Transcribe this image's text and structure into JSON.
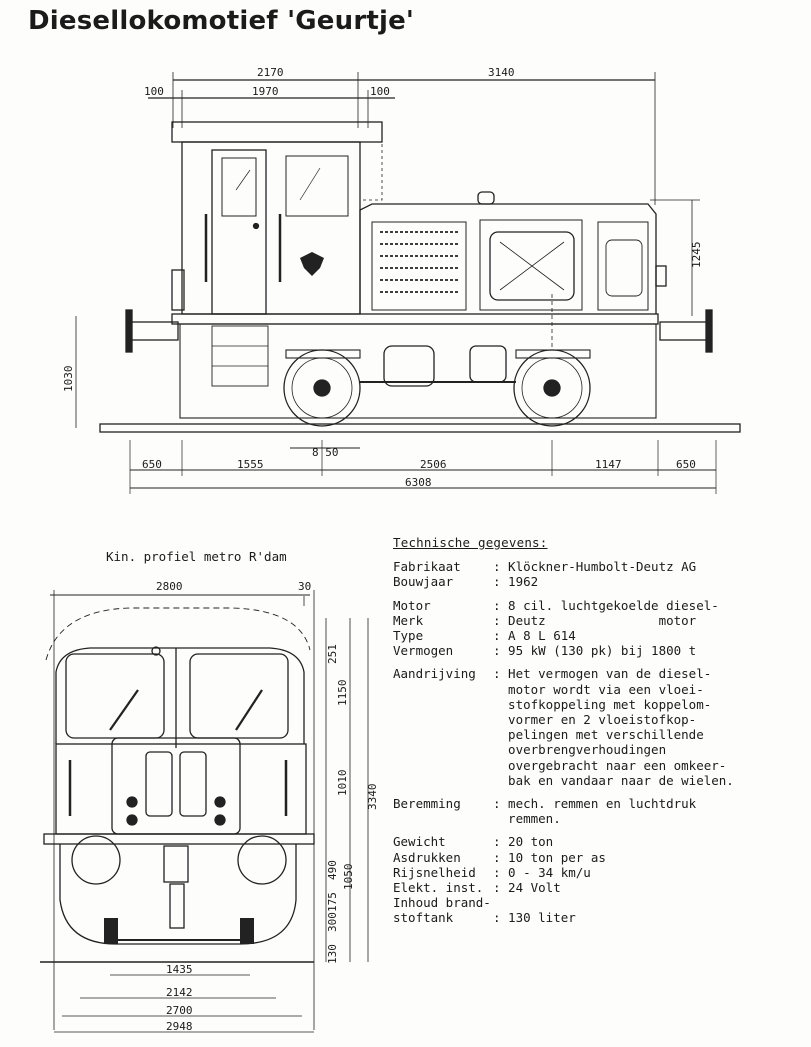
{
  "title": "Diesellokomotief 'Geurtje'",
  "side_dims": {
    "top": [
      "2170",
      "3140",
      "100",
      "1970",
      "100"
    ],
    "right": "1245",
    "left": "1030",
    "wheel": "8 50",
    "bottom": [
      "650",
      "1555",
      "2506",
      "1147",
      "650"
    ],
    "total": "6308"
  },
  "front_dims": {
    "kin_profile": "Kin. profiel metro R'dam",
    "top": [
      "2800",
      "30"
    ],
    "right": [
      "251",
      "1150",
      "1010",
      "490",
      "1050",
      "175",
      "300",
      "130",
      "3340"
    ],
    "bottom": [
      "1435",
      "2142",
      "2700",
      "2948"
    ]
  },
  "specs": {
    "heading": "Technische gegevens:",
    "rows": [
      {
        "label": "Fabrikaat",
        "value": ": Klöckner-Humbolt-Deutz AG"
      },
      {
        "label": "Bouwjaar",
        "value": ": 1962"
      },
      {
        "gap": true
      },
      {
        "label": "Motor",
        "value": ": 8 cil. luchtgekoelde diesel-"
      },
      {
        "label": "Merk",
        "value": ": Deutz               motor"
      },
      {
        "label": "Type",
        "value": ": A 8 L 614"
      },
      {
        "label": "Vermogen",
        "value": ": 95 kW (130 pk) bij 1800 t"
      },
      {
        "gap": true
      },
      {
        "label": "Aandrijving",
        "value": ": Het vermogen van de diesel-"
      },
      {
        "label": "",
        "value": "  motor wordt via een vloei-"
      },
      {
        "label": "",
        "value": "  stofkoppeling met koppelom-"
      },
      {
        "label": "",
        "value": "  vormer en 2 vloeistofkop-"
      },
      {
        "label": "",
        "value": "  pelingen met verschillende"
      },
      {
        "label": "",
        "value": "  overbrengverhoudingen"
      },
      {
        "label": "",
        "value": "  overgebracht naar een omkeer-"
      },
      {
        "label": "",
        "value": "  bak en vandaar naar de wielen."
      },
      {
        "gap": true
      },
      {
        "label": "Beremming",
        "value": ": mech. remmen en luchtdruk"
      },
      {
        "label": "",
        "value": "  remmen."
      },
      {
        "gap": true
      },
      {
        "label": "Gewicht",
        "value": ": 20 ton"
      },
      {
        "label": "Asdrukken",
        "value": ": 10 ton per as"
      },
      {
        "label": "Rijsnelheid",
        "value": ": 0 - 34 km/u"
      },
      {
        "label": "Elekt. inst.",
        "value": ": 24 Volt"
      },
      {
        "label": "Inhoud brand-",
        "value": ""
      },
      {
        "label": "stoftank",
        "value": ": 130 liter"
      }
    ]
  }
}
